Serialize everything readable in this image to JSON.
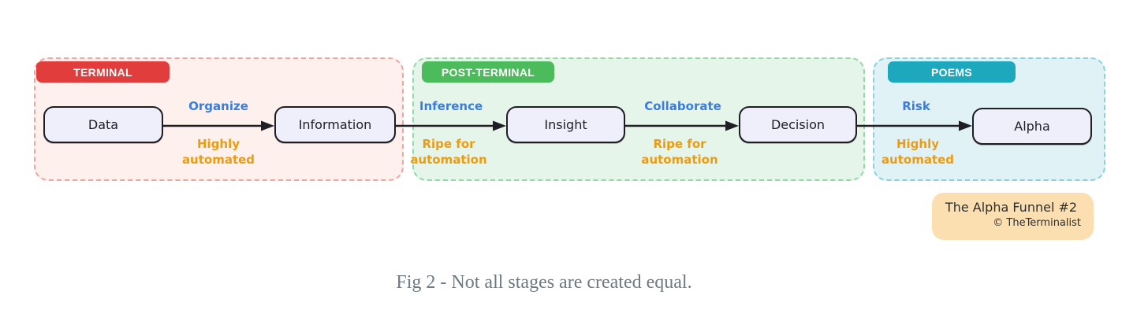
{
  "caption": "Fig 2 - Not all stages are created equal.",
  "attribution": {
    "title": "The Alpha Funnel #2",
    "credit": "© TheTerminalist"
  },
  "sections": [
    {
      "id": "terminal",
      "label": "TERMINAL"
    },
    {
      "id": "post-terminal",
      "label": "POST-TERMINAL"
    },
    {
      "id": "poems",
      "label": "POEMS"
    }
  ],
  "nodes": [
    {
      "label": "Data"
    },
    {
      "label": "Information"
    },
    {
      "label": "Insight"
    },
    {
      "label": "Decision"
    },
    {
      "label": "Alpha"
    }
  ],
  "edges": [
    {
      "from": "Data",
      "to": "Information",
      "action": "Organize",
      "note": "Highly automated"
    },
    {
      "from": "Information",
      "to": "Insight",
      "action": "Inference",
      "note": "Ripe for automation"
    },
    {
      "from": "Insight",
      "to": "Decision",
      "action": "Collaborate",
      "note": "Ripe for automation"
    },
    {
      "from": "Decision",
      "to": "Alpha",
      "action": "Risk",
      "note": "Highly automated"
    }
  ],
  "colors": {
    "terminal_badge": "#e23d3d",
    "terminal_bg": "#fdf0ed",
    "terminal_border": "#f0a6a0",
    "post_terminal_badge": "#4cbb5c",
    "post_terminal_bg": "#e6f5e9",
    "post_terminal_border": "#93d9a6",
    "poems_badge": "#1ea8be",
    "poems_bg": "#e0f2f6",
    "poems_border": "#86d3de",
    "node_fill": "#efeefb",
    "node_border": "#1e1e24",
    "arrow": "#1e1e24",
    "action_label": "#3b7ddd",
    "note_label": "#eb9c12",
    "attribution_bg": "#fbdfb0",
    "attribution_text": "#2e2e2e",
    "caption_text": "#6e7983",
    "badge_text": "#ffffff"
  }
}
